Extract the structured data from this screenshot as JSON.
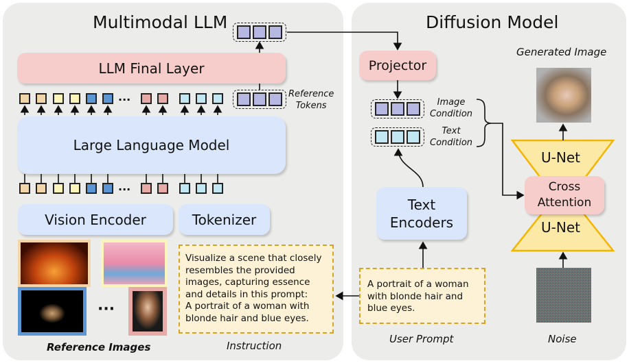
{
  "left_panel": {
    "title": "Multimodal LLM",
    "final_layer": "LLM Final Layer",
    "llm": "Large Language Model",
    "vision_encoder": "Vision Encoder",
    "tokenizer": "Tokenizer",
    "reference_tokens_label": "Reference\nTokens",
    "ellipsis": "···",
    "images_ellipsis": "···",
    "reference_images_label": "Reference Images",
    "instruction_label": "Instruction",
    "instruction_text": "Visualize a scene that closely\nresembles the provided\nimages, capturing essence\nand details in this prompt:\nA portrait of a woman with\nblonde hair and blue eyes.",
    "token_colors": [
      "#f2d5a8",
      "#f2d5a8",
      "#fbf5bb",
      "#fbf5bb",
      "#5b95d4",
      "#5b95d4",
      "#e7aba7",
      "#e7aba7",
      "#c3e7f2",
      "#c3e7f2",
      "#c3e7f2"
    ],
    "reference_token_color": "#b7b8e2",
    "reference_images": [
      {
        "name": "concert-flames",
        "frame": "#f2d5a8"
      },
      {
        "name": "red-carpet",
        "frame": "#fbf5bb"
      },
      {
        "name": "stage-performance",
        "frame": "#5b95d4"
      },
      {
        "name": "portrait-closeup",
        "frame": "#e7aba7"
      }
    ]
  },
  "right_panel": {
    "title": "Diffusion Model",
    "projector": "Projector",
    "image_condition": "Image\nCondition",
    "text_condition": "Text\nCondition",
    "text_encoders": "Text\nEncoders",
    "generated_image_label": "Generated Image",
    "unet_top": "U-Net",
    "cross_attention": "Cross\nAttention",
    "unet_bottom": "U-Net",
    "user_prompt_text": "A portrait of a woman\nwith blonde hair and\nblue eyes.",
    "user_prompt_label": "User Prompt",
    "noise_label": "Noise",
    "image_token_color": "#b7b8e2",
    "text_token_color": "#c3e7f2"
  },
  "colors": {
    "panel_bg": "#ececea",
    "blue_box": "#dae6fb",
    "pink_box": "#f7cdcc",
    "note_bg": "#fdf1d6",
    "note_border": "#d9a322",
    "unet_fill": "#fde9a6",
    "unet_border": "#f4b400"
  }
}
